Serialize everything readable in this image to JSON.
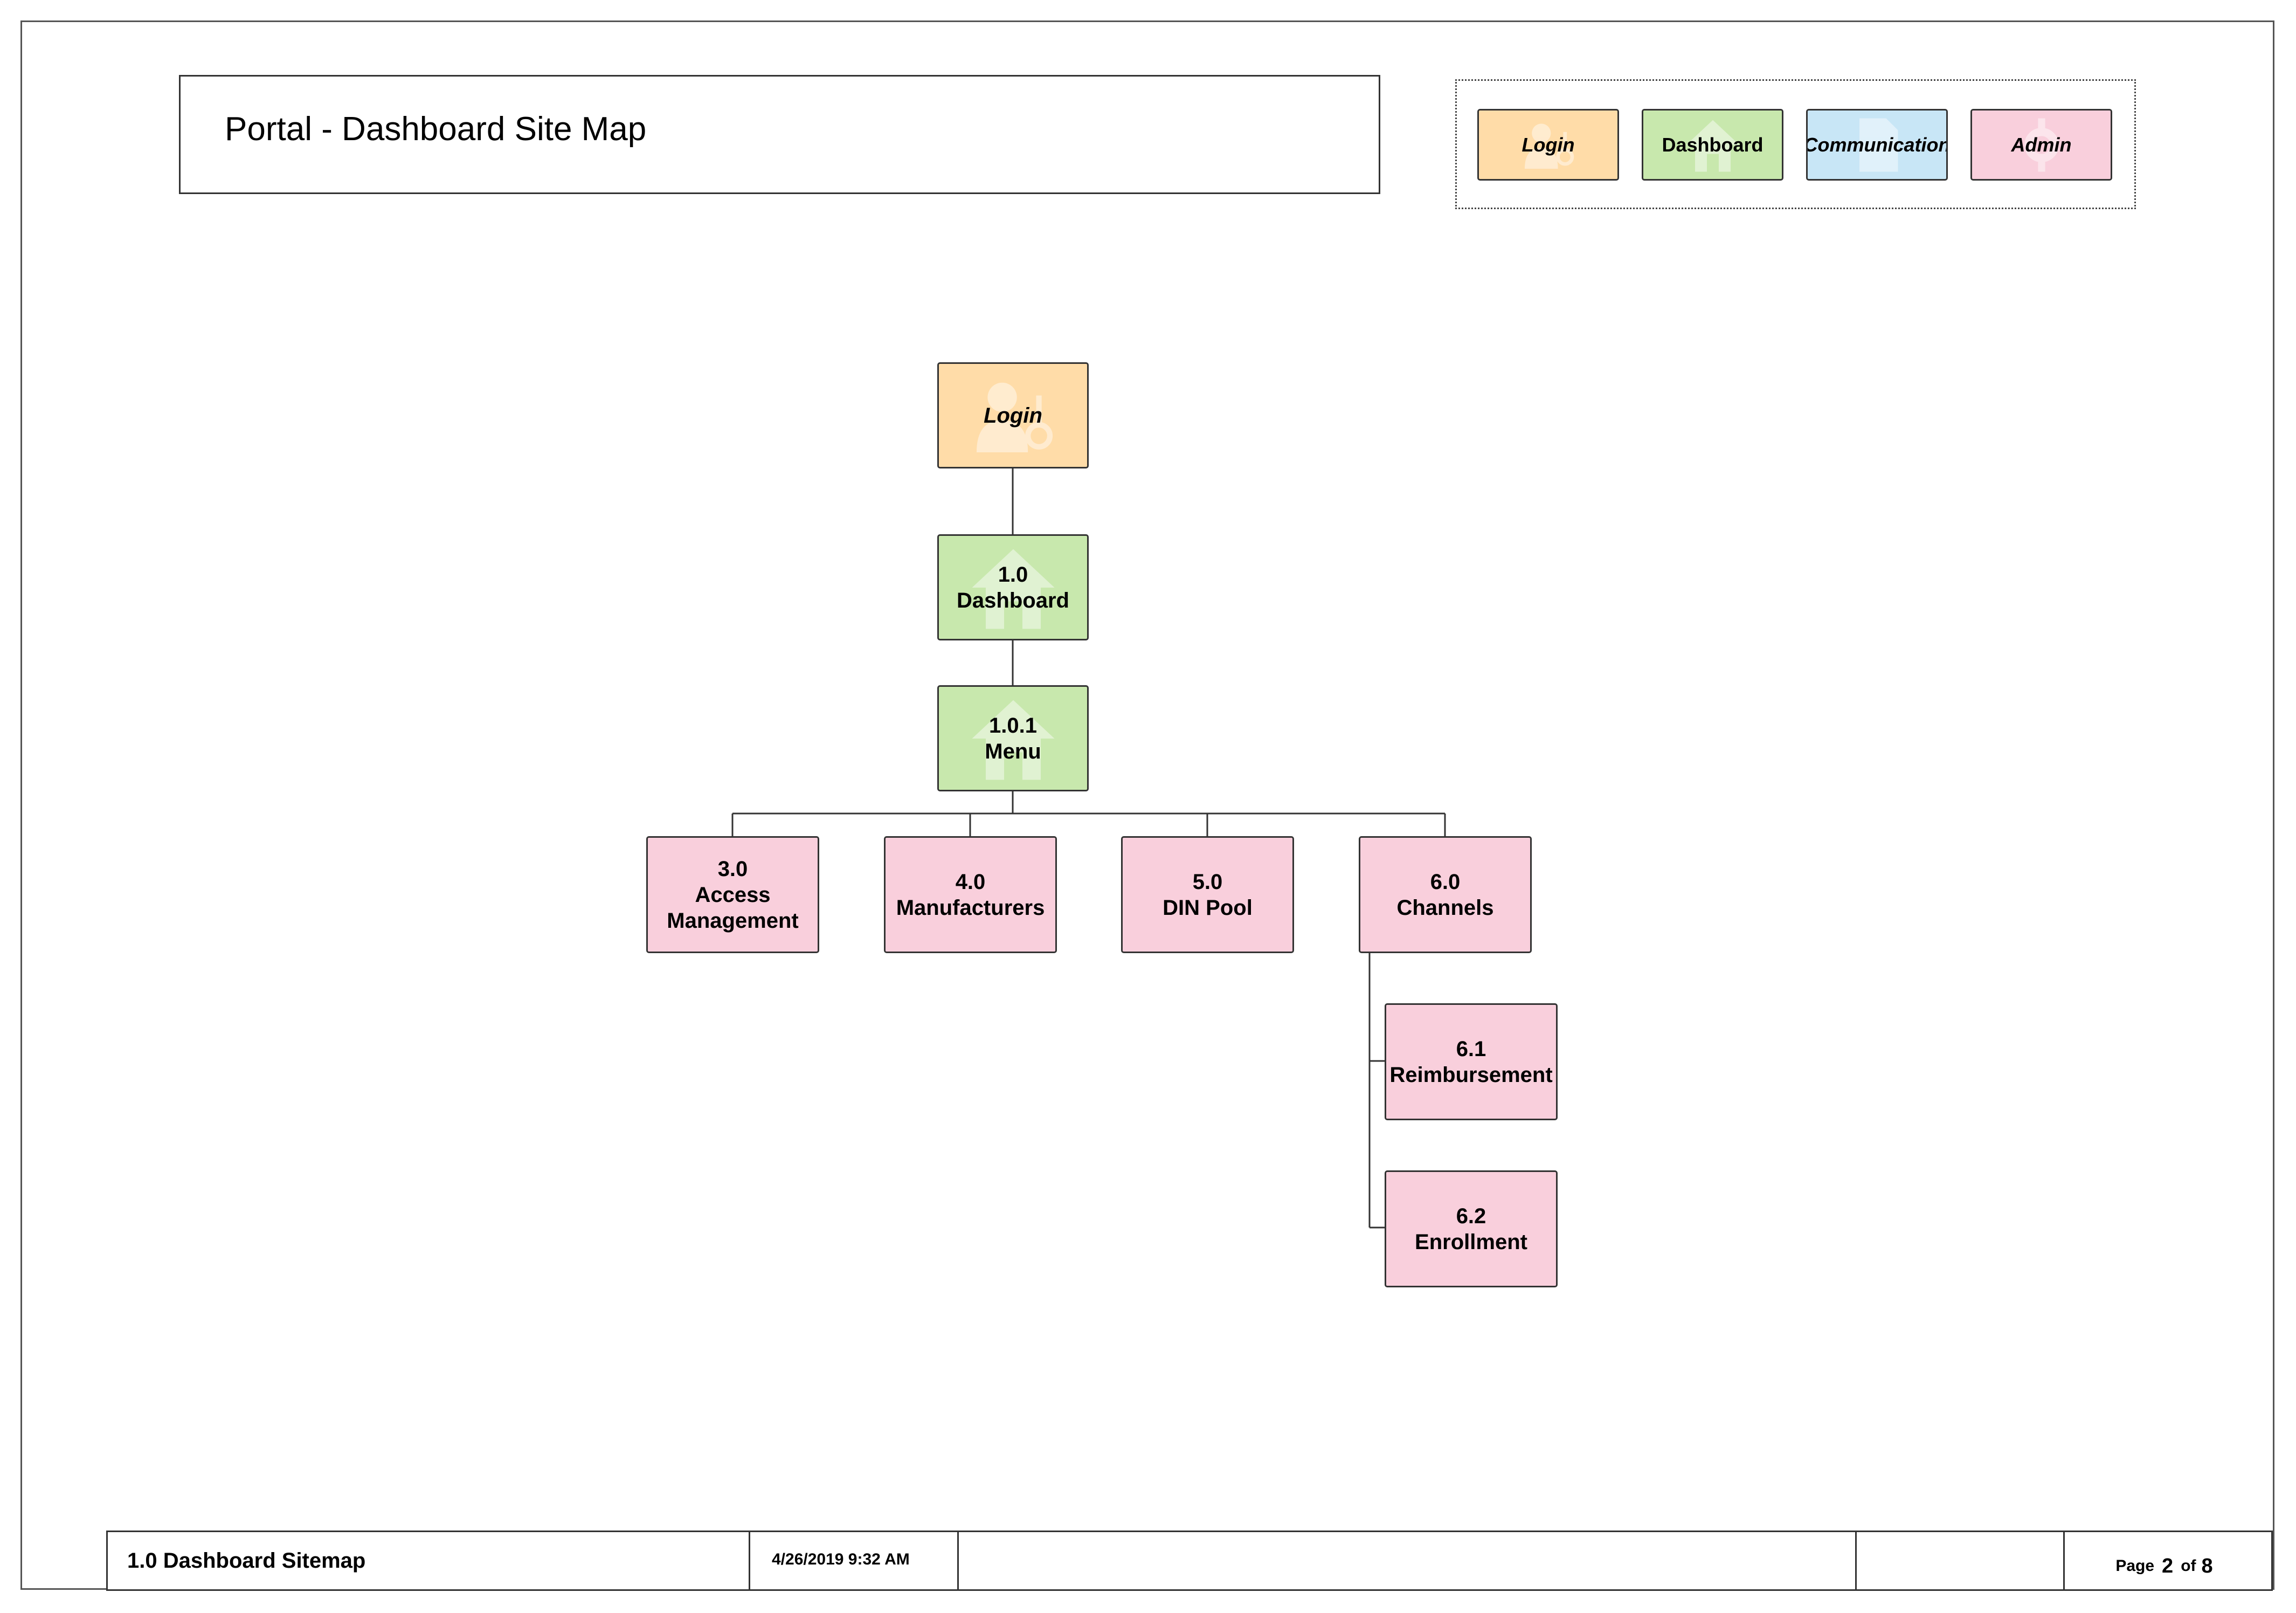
{
  "title": "Portal - Dashboard Site Map",
  "legend": [
    {
      "label": "Login",
      "style": "login",
      "icon": "user-key-icon",
      "italic": true
    },
    {
      "label": "Dashboard",
      "style": "dash",
      "icon": "house-icon",
      "italic": false
    },
    {
      "label": "Communication",
      "style": "comm",
      "icon": "document-icon",
      "italic": true
    },
    {
      "label": "Admin",
      "style": "admin",
      "icon": "gear-icon",
      "italic": true
    }
  ],
  "nodes": {
    "login": {
      "label": "Login"
    },
    "dashboard": {
      "id": "1.0",
      "label": "Dashboard"
    },
    "menu": {
      "id": "1.0.1",
      "label": "Menu"
    },
    "access": {
      "id": "3.0",
      "label": "Access Management"
    },
    "manufacturers": {
      "id": "4.0",
      "label": "Manufacturers"
    },
    "dinpool": {
      "id": "5.0",
      "label": "DIN Pool"
    },
    "channels": {
      "id": "6.0",
      "label": "Channels"
    },
    "reimbursement": {
      "id": "6.1",
      "label": "Reimbursement"
    },
    "enrollment": {
      "id": "6.2",
      "label": "Enrollment"
    }
  },
  "colors": {
    "login": "#ffdca8",
    "dashboard": "#c8e8ad",
    "communication": "#c8e6f6",
    "admin": "#f9cfdc"
  },
  "footer": {
    "doc_name": "1.0 Dashboard Sitemap",
    "date": "4/26/2019 9:32 AM",
    "page_label": "Page",
    "page_num": "2",
    "of_label": "of",
    "page_total": "8"
  }
}
